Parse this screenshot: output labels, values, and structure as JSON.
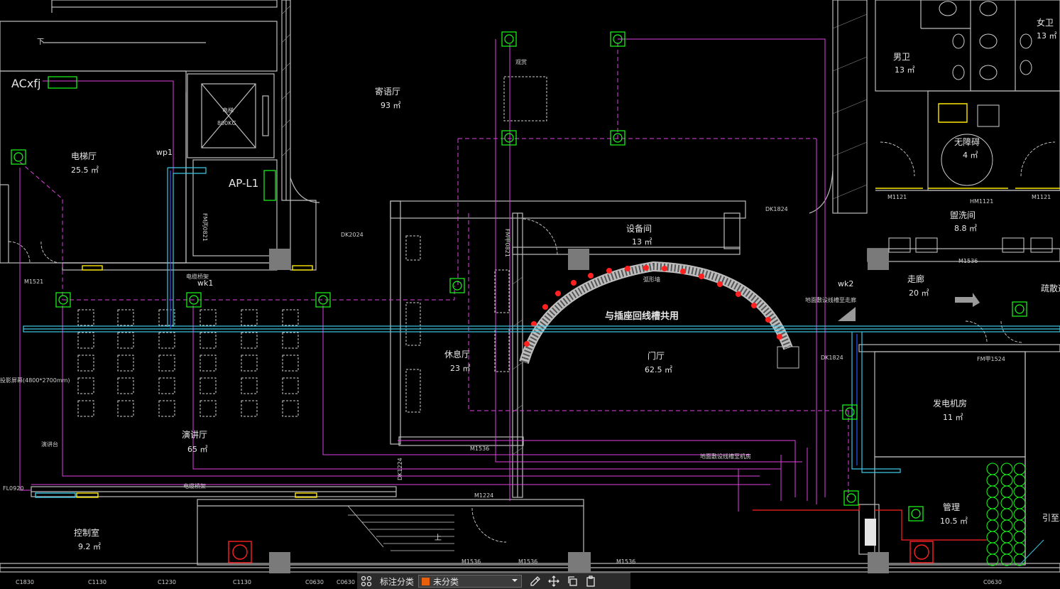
{
  "drawing": {
    "colors": {
      "wall": "#bdbdbd",
      "dim": "#d8d8d8",
      "circuit": "#e040e0",
      "conduit": "#3cc8e6",
      "device": "#19ff19",
      "fixture": "#ffe800",
      "alarm": "#ff2020",
      "column": "#7a7a7a"
    },
    "labels": {
      "ac_panel": "ACxfj",
      "ap_panel": "AP-L1",
      "wp1": "wp1",
      "wk1": "wk1",
      "wk2": "wk2",
      "note_center": "与插座回线槽共用",
      "elevator_hall": "电梯厅",
      "elevator_hall_area": "25.5 ㎡",
      "elevator_load": "800KG",
      "elevator": "电梯",
      "corridor_left": "寄语厅",
      "corridor_left_area": "93 ㎡",
      "viewing_wall": "观赏",
      "equipment_room": "设备间",
      "equipment_room_area": "13 ㎡",
      "lounge": "休息厅",
      "lounge_area": "23 ㎡",
      "lobby": "门厅",
      "lobby_area": "62.5 ㎡",
      "arch_wall": "弧形墙",
      "lecture_hall": "演讲厅",
      "lecture_hall_area": "65 ㎡",
      "control_room": "控制室",
      "control_room_area": "9.2 ㎡",
      "male_wc": "男卫",
      "male_wc_area": "13 ㎡",
      "female_wc": "女卫",
      "female_wc_area": "13 ㎡",
      "accessible_wc": "无障碍",
      "accessible_wc_area": "4 ㎡",
      "wash_room": "盥洗间",
      "wash_room_area": "8.8 ㎡",
      "hallway": "走廊",
      "hallway_area": "20 ㎡",
      "generator_room": "发电机房",
      "generator_room_area": "11 ㎡",
      "management": "管理",
      "management_area": "10.5 ㎡",
      "exit_right": "引至二",
      "smoke_right": "疏散通",
      "screen_note": "投影屏幕(4800*2700mm)",
      "podium": "演讲台",
      "tray_note_bottom": "地面敷设线槽至机房",
      "tray_note_right": "地面敷设线槽至走廊",
      "dk2024": "DK2024",
      "dk1824_top": "DK1824",
      "dk1824_right": "DK1824",
      "dk1224": "DK1224",
      "m1224": "M1224",
      "m1521": "M1521",
      "m1536_a": "M1536",
      "m1536_b": "M1536",
      "m1536_c": "M1536",
      "m1536_d": "M1536",
      "m1536_e": "M1536",
      "m1121_a": "M1121",
      "m1121_b": "M1121",
      "hm1121": "HM1121",
      "fm1524": "FM甲1524",
      "fm0821": "FM丙0821",
      "window_c1830": "C1830",
      "window_c1130_a": "C1130",
      "window_c1230_a": "C1230",
      "window_c1130_b": "C1130",
      "window_c0630_a": "C0630",
      "window_c0630_b": "C0630",
      "window_c0630_c": "C0630",
      "stair_up": "上",
      "stair_down": "下",
      "fl0920": "FL0920",
      "wk1_tray": "电缆桥架",
      "wk1_tray_b": "电缆桥架",
      "equip_fm": "FM甲0821"
    }
  },
  "toolbar": {
    "annotation_category_label": "标注分类",
    "layer_value": "未分类",
    "layer_color": "#e8600c",
    "icons": [
      "grid-icon",
      "edit-icon",
      "move-icon",
      "copy-icon",
      "paste-icon"
    ]
  }
}
